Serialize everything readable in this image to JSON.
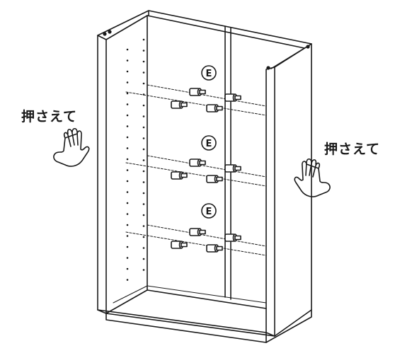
{
  "labels": {
    "press_left": "押さえて",
    "press_right": "押さえて"
  },
  "part_markers": [
    "E",
    "E",
    "E"
  ],
  "icons": {
    "left_hand": "hand-press-icon",
    "right_hand": "hand-press-icon"
  },
  "colors": {
    "line": "#1a1a1a",
    "background": "#ffffff"
  }
}
